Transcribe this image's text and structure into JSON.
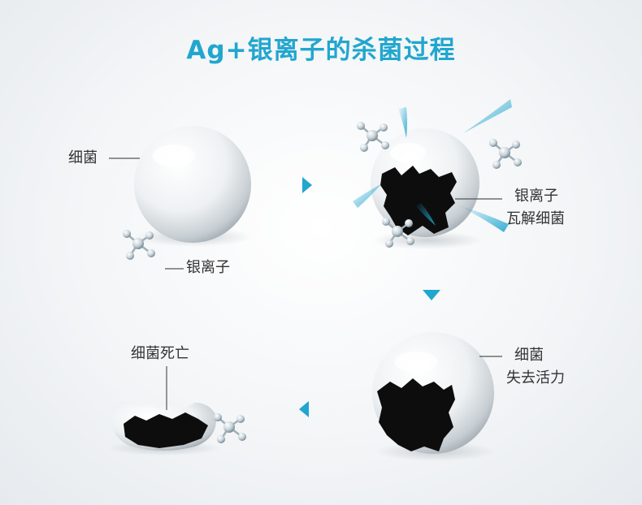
{
  "title": "Ag+银离子的杀菌过程",
  "colors": {
    "accent": "#21a6cf",
    "text": "#333333",
    "hole": "#0d0d0d"
  },
  "steps": [
    {
      "labels": [
        "细菌",
        "银离子"
      ]
    },
    {
      "labels": [
        "银离子",
        "瓦解细菌"
      ]
    },
    {
      "labels": [
        "细菌",
        "失去活力"
      ]
    },
    {
      "labels": [
        "细菌死亡"
      ]
    }
  ],
  "flow_arrows": [
    {
      "direction": "right",
      "from": "step1",
      "to": "step2"
    },
    {
      "direction": "down",
      "from": "step2",
      "to": "step3"
    },
    {
      "direction": "left",
      "from": "step3",
      "to": "step4"
    }
  ]
}
